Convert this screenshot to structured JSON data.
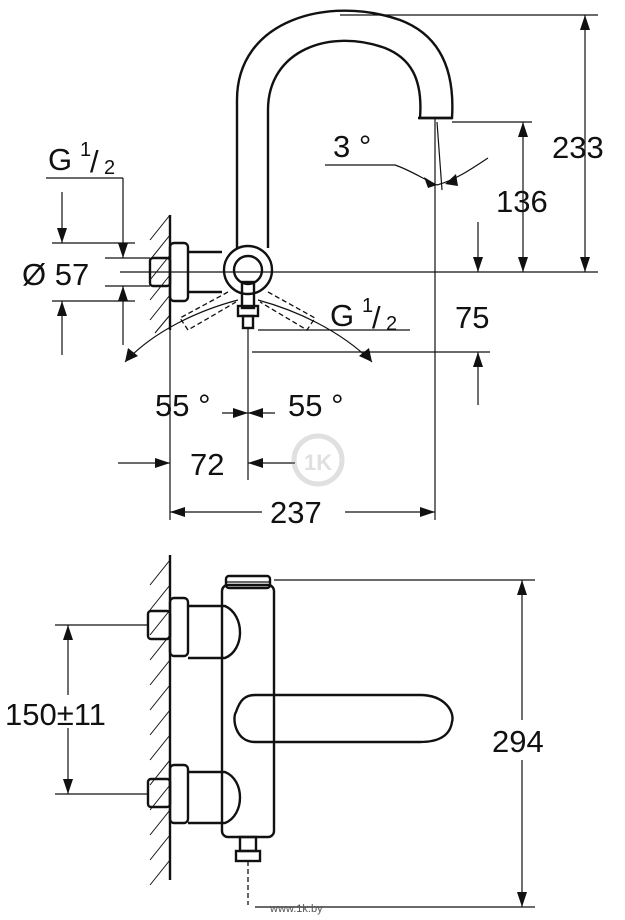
{
  "top_view": {
    "thread_inlet": {
      "letter": "G",
      "num": "1",
      "den": "2"
    },
    "thread_outlet": {
      "letter": "G",
      "num": "1",
      "den": "2"
    },
    "diameter_label": "Ø 57",
    "spout_angle": "3 °",
    "height_spout": "233",
    "height_outlet": "136",
    "depth_lower": "75",
    "angle_left": "55 °",
    "angle_right": "55 °",
    "offset_72": "72",
    "projection": "237"
  },
  "front_view": {
    "center_distance": "150±11",
    "total_height": "294"
  },
  "watermark": "www.1k.by",
  "watermark_logo": "1K"
}
